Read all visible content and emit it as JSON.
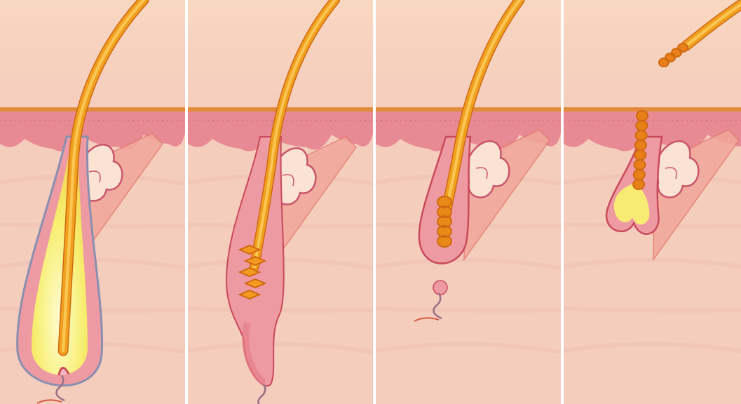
{
  "colors": {
    "background": "#ffffff",
    "sky": "#f8d7c0",
    "skin": "#f5cdbd",
    "dermis": "#f2c5b8",
    "epidermis": "#e88a93",
    "epidermis_dark": "#c8506a",
    "surface_line": "#e08a3a",
    "sheath": "#ee9aa3",
    "sheath_dark": "#c94a5a",
    "bulb": "#f7ef72",
    "bulb_core": "#fffbd0",
    "hair": "#f0a020",
    "hair_dark": "#d06810",
    "hair_light": "#ffd060",
    "gland": "#fae3d2",
    "gland_outline": "#c9566a",
    "muscle": "#f1a79a",
    "vessel": "#9a7088",
    "divider": "#ffffff"
  },
  "diagram": {
    "panels": [
      {
        "stage": "anagen"
      },
      {
        "stage": "catagen"
      },
      {
        "stage": "telogen"
      },
      {
        "stage": "exogen"
      }
    ]
  }
}
